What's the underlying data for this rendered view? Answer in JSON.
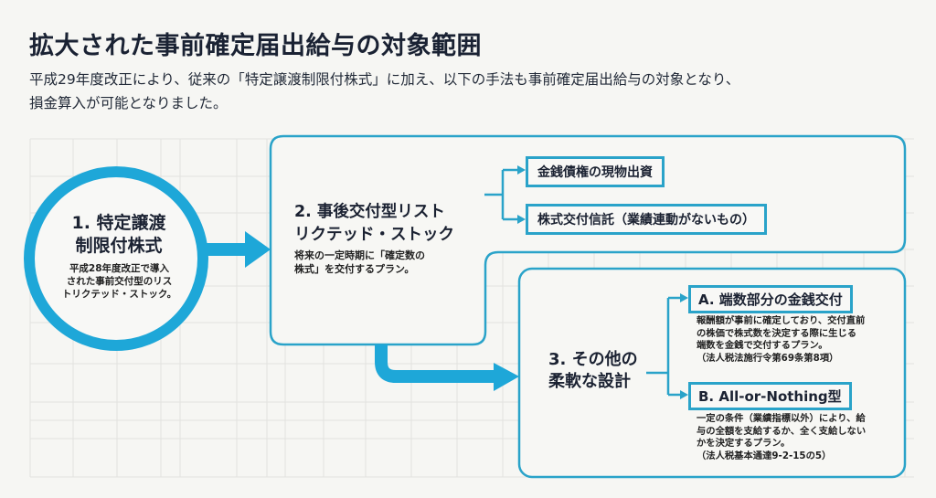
{
  "header": {
    "title": "拡大された事前確定届出給与の対象範囲",
    "subtitle_line1": "平成29年度改正により、従来の「特定譲渡制限付株式」に加え、以下の手法も事前確定届出給与の対象となり、",
    "subtitle_line2": "損金算入が可能となりました。"
  },
  "colors": {
    "accent": "#2aa3c9",
    "arrow": "#1ea7d8",
    "text": "#1b2232",
    "background": "#f6f6f3",
    "grid": "#e2e2df"
  },
  "nodes": {
    "node1": {
      "title_line1": "1. 特定譲渡",
      "title_line2": "制限付株式",
      "desc_line1": "平成28年度改正で導入",
      "desc_line2": "された事前交付型のリス",
      "desc_line3": "トリクテッド・ストック。",
      "shape": "circle"
    },
    "node2": {
      "title_line1": "2. 事後交付型リスト",
      "title_line2": "リクテッド・ストック",
      "desc_line1": "将来の一定時期に「確定数の",
      "desc_line2": "株式」を交付するプラン。",
      "sub_items": [
        {
          "label": "金銭債権の現物出資"
        },
        {
          "label": "株式交付信託（業績連動がないもの）"
        }
      ]
    },
    "node3": {
      "title_line1": "3. その他の",
      "title_line2": "柔軟な設計",
      "sub_items": [
        {
          "label": "A. 端数部分の金銭交付",
          "desc_lines": [
            "報酬額が事前に確定しており、交付直前",
            "の株価で株式数を決定する際に生じる",
            "端数を金銭で交付するプラン。",
            "（法人税法施行令第69条第8項）"
          ]
        },
        {
          "label": "B. All-or-Nothing型",
          "desc_lines": [
            "一定の条件（業績指標以外）により、給",
            "与の全額を支給するか、全く支給しない",
            "かを決定するプラン。",
            "（法人税基本通達9-2-15の5）"
          ]
        }
      ]
    }
  }
}
